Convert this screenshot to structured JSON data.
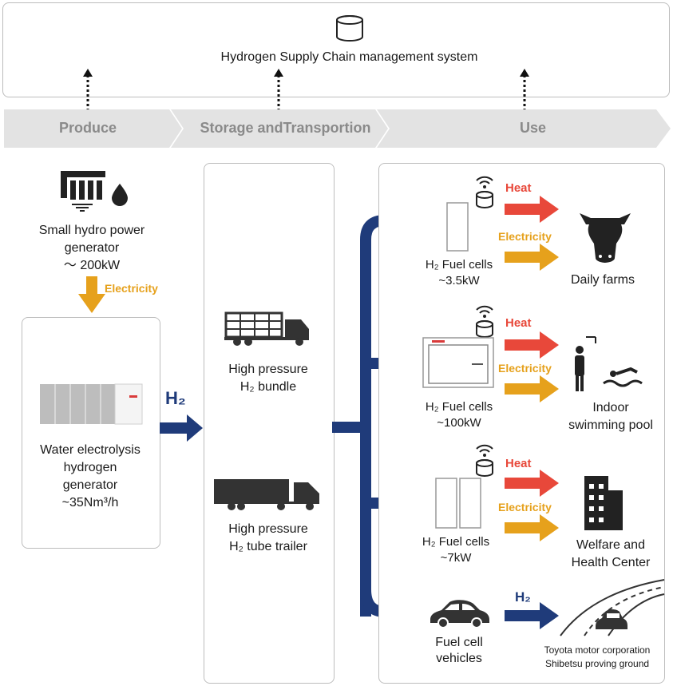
{
  "top": {
    "title": "Hydrogen Supply Chain management system",
    "icon": "database-icon"
  },
  "stages": [
    "Produce",
    "Storage andTransportion",
    "Use"
  ],
  "produce": {
    "generator": [
      "Small hydro power",
      "generator",
      "〜 200kW"
    ],
    "electricity": "Electricity",
    "electrolysis": [
      "Water electrolysis",
      "hydrogen",
      "generator",
      "~35Nm³/h"
    ]
  },
  "h2_label": "H₂",
  "storage": {
    "bundle": [
      "High pressure",
      "H₂ bundle"
    ],
    "trailer": [
      "High pressure",
      "H₂ tube trailer"
    ]
  },
  "use": {
    "heat": "Heat",
    "electricity": "Electricity",
    "h2": "H₂",
    "rows": [
      {
        "device": [
          "H₂ Fuel cells",
          "~3.5kW"
        ],
        "target": [
          "Daily farms"
        ]
      },
      {
        "device": [
          "H₂ Fuel cells",
          "~100kW"
        ],
        "target": [
          "Indoor",
          "swimming pool"
        ]
      },
      {
        "device": [
          "H₂ Fuel cells",
          "~7kW"
        ],
        "target": [
          "Welfare and",
          "Health Center"
        ]
      },
      {
        "device": [
          "Fuel cell",
          "vehicles"
        ],
        "target": [
          "Toyota motor corporation",
          "Shibetsu proving ground"
        ]
      }
    ]
  },
  "colors": {
    "arrow_blue": "#1f3b7a",
    "heat_red": "#e8483a",
    "electricity_orange": "#e6a11c",
    "band_gray": "#e3e3e3"
  }
}
